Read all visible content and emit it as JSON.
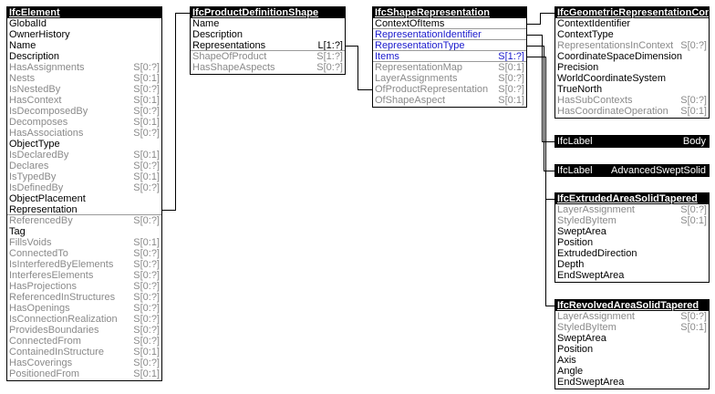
{
  "boxes": [
    {
      "title": "IfcElement",
      "rows": [
        {
          "name": "GlobalId",
          "card": "",
          "style": "normal"
        },
        {
          "name": "OwnerHistory",
          "card": "",
          "style": "normal"
        },
        {
          "name": "Name",
          "card": "",
          "style": "normal"
        },
        {
          "name": "Description",
          "card": "",
          "style": "normal"
        },
        {
          "name": "HasAssignments",
          "card": "S[0:?]",
          "style": "inverse"
        },
        {
          "name": "Nests",
          "card": "S[0:1]",
          "style": "inverse"
        },
        {
          "name": "IsNestedBy",
          "card": "S[0:?]",
          "style": "inverse"
        },
        {
          "name": "HasContext",
          "card": "S[0:1]",
          "style": "inverse"
        },
        {
          "name": "IsDecomposedBy",
          "card": "S[0:?]",
          "style": "inverse"
        },
        {
          "name": "Decomposes",
          "card": "S[0:1]",
          "style": "inverse"
        },
        {
          "name": "HasAssociations",
          "card": "S[0:?]",
          "style": "inverse"
        },
        {
          "name": "ObjectType",
          "card": "",
          "style": "normal"
        },
        {
          "name": "IsDeclaredBy",
          "card": "S[0:1]",
          "style": "inverse"
        },
        {
          "name": "Declares",
          "card": "S[0:?]",
          "style": "inverse"
        },
        {
          "name": "IsTypedBy",
          "card": "S[0:1]",
          "style": "inverse"
        },
        {
          "name": "IsDefinedBy",
          "card": "S[0:?]",
          "style": "inverse"
        },
        {
          "name": "ObjectPlacement",
          "card": "",
          "style": "normal"
        },
        {
          "name": "Representation",
          "card": "",
          "style": "normal"
        },
        {
          "name": "ReferencedBy",
          "card": "S[0:?]",
          "style": "inverse"
        },
        {
          "name": "Tag",
          "card": "",
          "style": "normal"
        },
        {
          "name": "FillsVoids",
          "card": "S[0:1]",
          "style": "inverse"
        },
        {
          "name": "ConnectedTo",
          "card": "S[0:?]",
          "style": "inverse"
        },
        {
          "name": "IsInterferedByElements",
          "card": "S[0:?]",
          "style": "inverse"
        },
        {
          "name": "InterferesElements",
          "card": "S[0:?]",
          "style": "inverse"
        },
        {
          "name": "HasProjections",
          "card": "S[0:?]",
          "style": "inverse"
        },
        {
          "name": "ReferencedInStructures",
          "card": "S[0:?]",
          "style": "inverse"
        },
        {
          "name": "HasOpenings",
          "card": "S[0:?]",
          "style": "inverse"
        },
        {
          "name": "IsConnectionRealization",
          "card": "S[0:?]",
          "style": "inverse"
        },
        {
          "name": "ProvidesBoundaries",
          "card": "S[0:?]",
          "style": "inverse"
        },
        {
          "name": "ConnectedFrom",
          "card": "S[0:?]",
          "style": "inverse"
        },
        {
          "name": "ContainedInStructure",
          "card": "S[0:1]",
          "style": "inverse"
        },
        {
          "name": "HasCoverings",
          "card": "S[0:?]",
          "style": "inverse"
        },
        {
          "name": "PositionedFrom",
          "card": "S[0:1]",
          "style": "inverse"
        }
      ]
    },
    {
      "title": "IfcProductDefinitionShape",
      "rows": [
        {
          "name": "Name",
          "card": "",
          "style": "normal"
        },
        {
          "name": "Description",
          "card": "",
          "style": "normal"
        },
        {
          "name": "Representations",
          "card": "L[1:?]",
          "style": "normal"
        },
        {
          "name": "ShapeOfProduct",
          "card": "S[1:?]",
          "style": "inverse"
        },
        {
          "name": "HasShapeAspects",
          "card": "S[0:?]",
          "style": "inverse"
        }
      ]
    },
    {
      "title": "IfcShapeRepresentation",
      "rows": [
        {
          "name": "ContextOfItems",
          "card": "",
          "style": "normal"
        },
        {
          "name": "RepresentationIdentifier",
          "card": "",
          "style": "blue"
        },
        {
          "name": "RepresentationType",
          "card": "",
          "style": "blue"
        },
        {
          "name": "Items",
          "card": "S[1:?]",
          "style": "blue"
        },
        {
          "name": "RepresentationMap",
          "card": "S[0:1]",
          "style": "inverse"
        },
        {
          "name": "LayerAssignments",
          "card": "S[0:?]",
          "style": "inverse"
        },
        {
          "name": "OfProductRepresentation",
          "card": "S[0:?]",
          "style": "inverse"
        },
        {
          "name": "OfShapeAspect",
          "card": "S[0:1]",
          "style": "inverse"
        }
      ]
    },
    {
      "title": "IfcGeometricRepresentationContext",
      "rows": [
        {
          "name": "ContextIdentifier",
          "card": "",
          "style": "normal"
        },
        {
          "name": "ContextType",
          "card": "",
          "style": "normal"
        },
        {
          "name": "RepresentationsInContext",
          "card": "S[0:?]",
          "style": "inverse"
        },
        {
          "name": "CoordinateSpaceDimension",
          "card": "",
          "style": "normal"
        },
        {
          "name": "Precision",
          "card": "",
          "style": "normal"
        },
        {
          "name": "WorldCoordinateSystem",
          "card": "",
          "style": "normal"
        },
        {
          "name": "TrueNorth",
          "card": "",
          "style": "normal"
        },
        {
          "name": "HasSubContexts",
          "card": "S[0:?]",
          "style": "inverse"
        },
        {
          "name": "HasCoordinateOperation",
          "card": "S[0:1]",
          "style": "inverse"
        }
      ]
    },
    {
      "title": "IfcExtrudedAreaSolidTapered",
      "rows": [
        {
          "name": "LayerAssignment",
          "card": "S[0:?]",
          "style": "inverse"
        },
        {
          "name": "StyledByItem",
          "card": "S[0:1]",
          "style": "inverse"
        },
        {
          "name": "SweptArea",
          "card": "",
          "style": "normal"
        },
        {
          "name": "Position",
          "card": "",
          "style": "normal"
        },
        {
          "name": "ExtrudedDirection",
          "card": "",
          "style": "normal"
        },
        {
          "name": "Depth",
          "card": "",
          "style": "normal"
        },
        {
          "name": "EndSweptArea",
          "card": "",
          "style": "normal"
        }
      ]
    },
    {
      "title": "IfcRevolvedAreaSolidTapered",
      "rows": [
        {
          "name": "LayerAssignment",
          "card": "S[0:?]",
          "style": "inverse"
        },
        {
          "name": "StyledByItem",
          "card": "S[0:1]",
          "style": "inverse"
        },
        {
          "name": "SweptArea",
          "card": "",
          "style": "normal"
        },
        {
          "name": "Position",
          "card": "",
          "style": "normal"
        },
        {
          "name": "Axis",
          "card": "",
          "style": "normal"
        },
        {
          "name": "Angle",
          "card": "",
          "style": "normal"
        },
        {
          "name": "EndSweptArea",
          "card": "",
          "style": "normal"
        }
      ]
    }
  ],
  "labels": [
    {
      "type": "IfcLabel",
      "value": "Body"
    },
    {
      "type": "IfcLabel",
      "value": "AdvancedSweptSolid"
    }
  ],
  "colors": {
    "header": "#000000",
    "inverse_text": "#8a8a8a",
    "highlight_text": "#1a1acc"
  }
}
